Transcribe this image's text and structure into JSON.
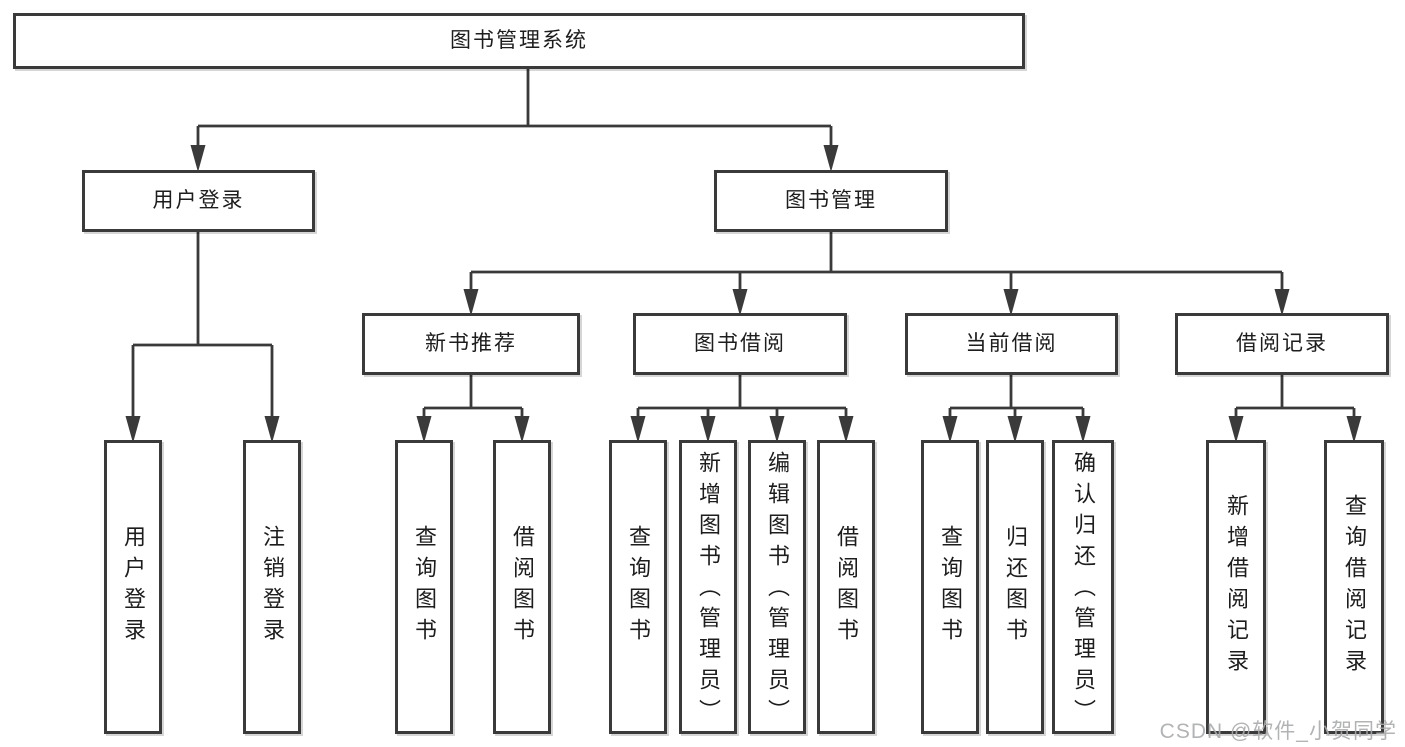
{
  "diagram": {
    "title": "图书管理系统",
    "level2": {
      "user_login": "用户登录",
      "book_management": "图书管理"
    },
    "level3": {
      "new_book_recommend": "新书推荐",
      "book_borrow": "图书借阅",
      "current_borrow": "当前借阅",
      "borrow_records": "借阅记录"
    },
    "leaves": {
      "user_login": [
        "用户登录",
        "注销登录"
      ],
      "new_book_recommend": [
        "查询图书",
        "借阅图书"
      ],
      "book_borrow": [
        "查询图书",
        "新增图书（管理员）",
        "编辑图书（管理员）",
        "借阅图书"
      ],
      "current_borrow": [
        "查询图书",
        "归还图书",
        "确认归还（管理员）"
      ],
      "borrow_records": [
        "新增借阅记录",
        "查询借阅记录"
      ]
    }
  },
  "watermark": "CSDN @软件_小贺同学",
  "colors": {
    "line": "#3a3a3a",
    "text": "#1d1d1d",
    "watermark": "#a9abad",
    "background": "#ffffff"
  }
}
